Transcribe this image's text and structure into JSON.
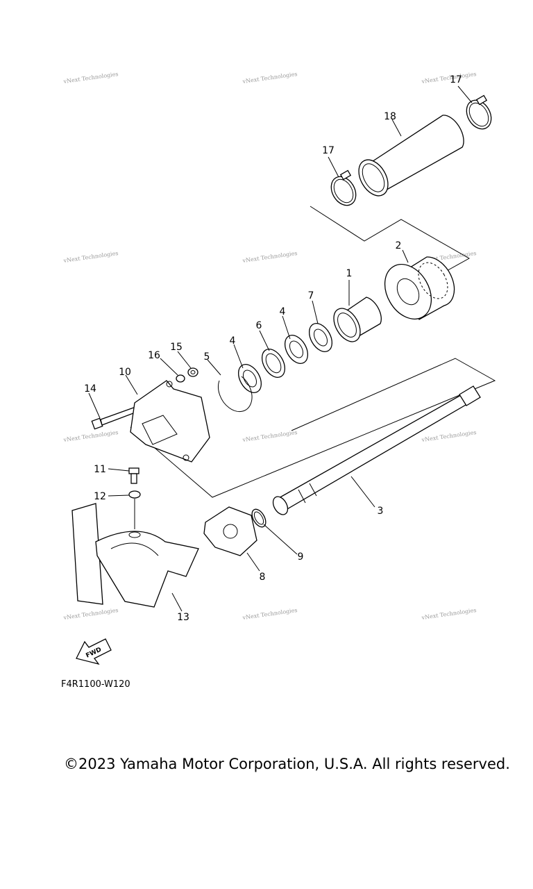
{
  "diagram": {
    "watermark": "vNext Technologies",
    "direction_label": "FWD",
    "code": "F4R1100-W120",
    "copyright": "©2023 Yamaha Motor Corporation, U.S.A. All rights reserved.",
    "callouts": {
      "p1": "1",
      "p2": "2",
      "p3": "3",
      "p4a": "4",
      "p4b": "4",
      "p5": "5",
      "p6": "6",
      "p7": "7",
      "p8": "8",
      "p9": "9",
      "p10": "10",
      "p11": "11",
      "p12": "12",
      "p13": "13",
      "p14": "14",
      "p15": "15",
      "p16": "16",
      "p17a": "17",
      "p17b": "17",
      "p18": "18"
    }
  }
}
